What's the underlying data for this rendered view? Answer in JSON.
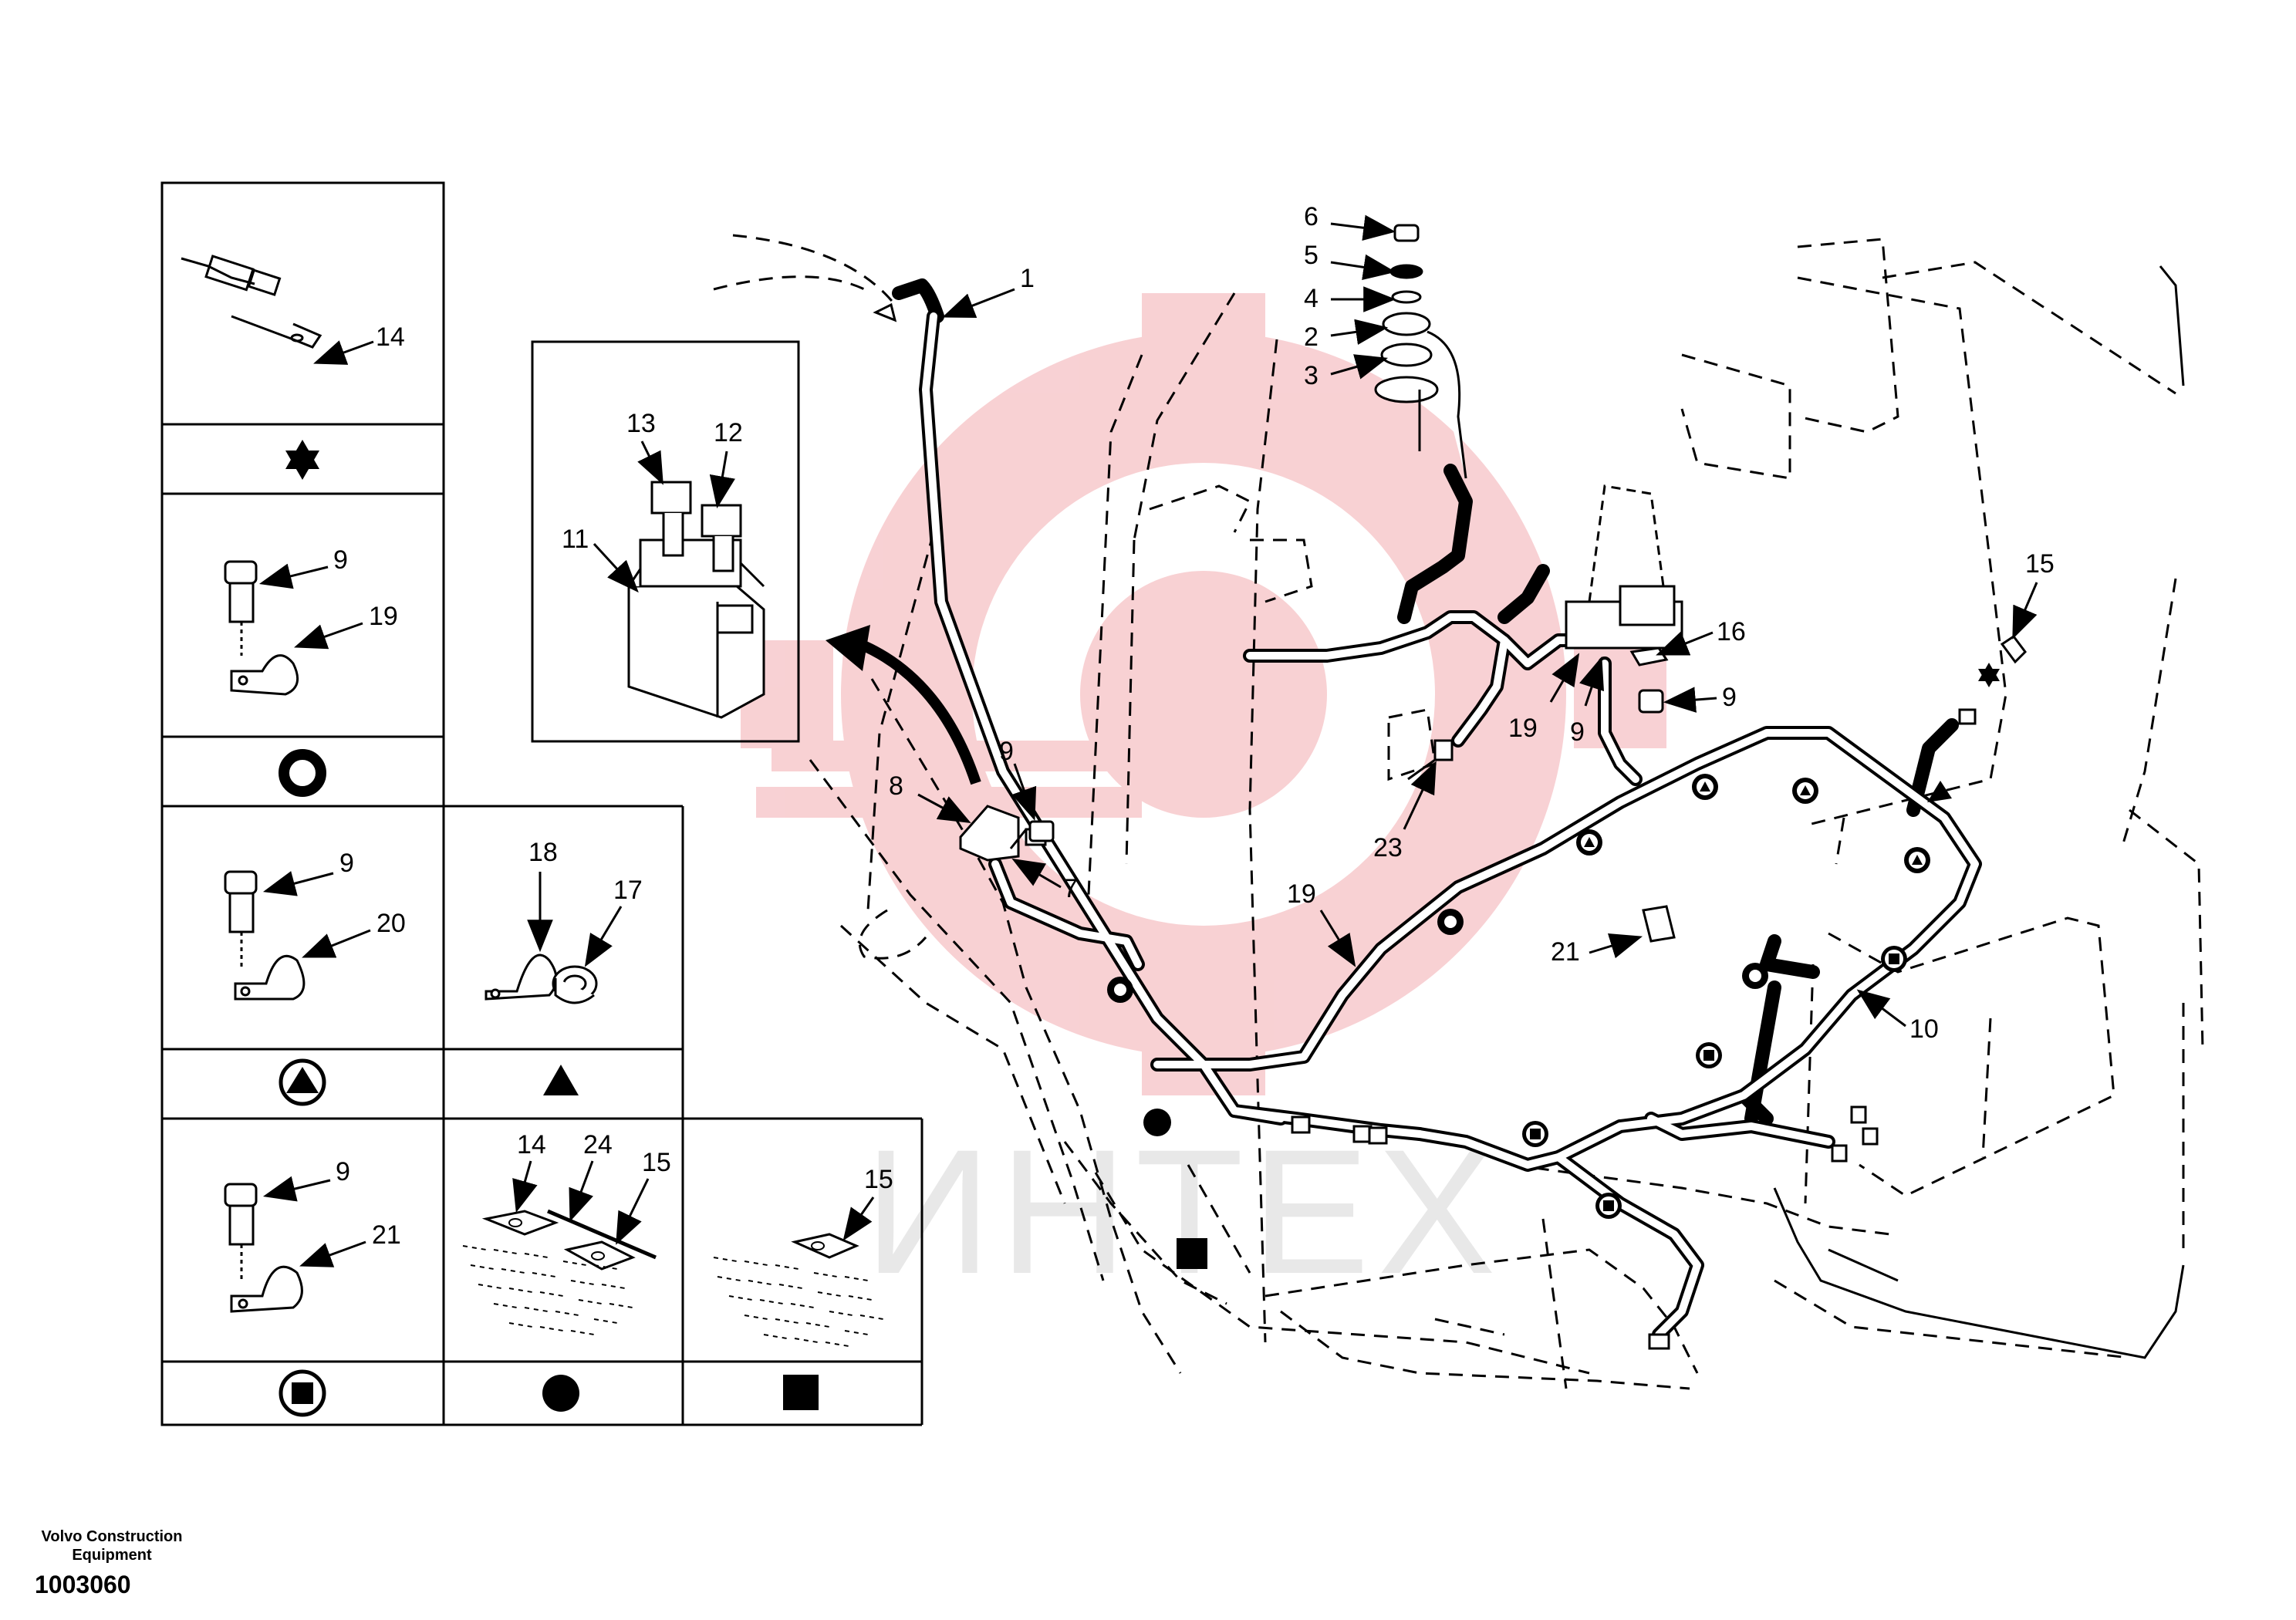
{
  "footer": {
    "org_line1": "Volvo Construction",
    "org_line2": "Equipment",
    "drawing_number": "1003060"
  },
  "watermark": {
    "text": "ИНТЕХ",
    "color": "#e8e8e8",
    "logo_color": "#f7c9cc"
  },
  "legend": {
    "cells": [
      {
        "part_labels": [
          "14"
        ],
        "symbol": "star-of-david"
      },
      {
        "part_labels": [
          "9",
          "19"
        ],
        "symbol": "circled-ring"
      },
      {
        "part_labels": [
          "9",
          "20"
        ],
        "symbol": "circled-triangle"
      },
      {
        "part_labels": [
          "18",
          "17"
        ],
        "symbol": "filled-triangle"
      },
      {
        "part_labels": [
          "9",
          "21"
        ],
        "symbol": "circled-square"
      },
      {
        "part_labels": [
          "14",
          "24",
          "15"
        ],
        "symbol": "filled-circle"
      },
      {
        "part_labels": [
          "15"
        ],
        "symbol": "filled-square"
      }
    ]
  },
  "detail_inset": {
    "part_labels": [
      "13",
      "12",
      "11"
    ]
  },
  "callouts": [
    "1",
    "6",
    "5",
    "4",
    "2",
    "3",
    "8",
    "9",
    "7",
    "15",
    "16",
    "9",
    "19",
    "9",
    "23",
    "19",
    "21",
    "10"
  ]
}
